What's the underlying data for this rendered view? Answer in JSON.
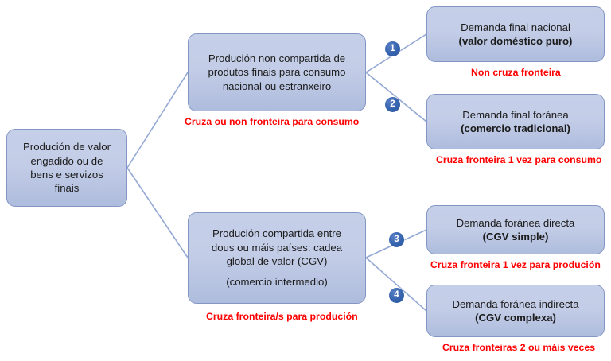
{
  "diagram": {
    "background_color": "#ffffff",
    "node_fill_top": "#c5cfe8",
    "node_fill_bottom": "#aebcdd",
    "node_border_color": "#8396c4",
    "connector_color": "#93a8d4",
    "caption_color": "#fe0000",
    "badge_color": "#3463ad",
    "nodes": {
      "root": {
        "lines": [
          "Produción de valor",
          "engadido ou de",
          "bens e servizos",
          "finais"
        ]
      },
      "non_shared": {
        "lines": [
          "Produción non compartida de",
          "produtos finais para consumo",
          "nacional ou estranxeiro"
        ],
        "caption": "Cruza ou non fronteira para consumo"
      },
      "shared": {
        "lines": [
          "Produción compartida entre",
          "dous ou máis países: cadea",
          "global de valor (CGV)"
        ],
        "line_extra": "(comercio intermedio)",
        "caption": "Cruza fronteira/s para produción"
      },
      "leaf_1": {
        "badge": "1",
        "line_1": "Demanda final nacional",
        "line_2": "(valor doméstico puro)",
        "caption": "Non cruza fronteira"
      },
      "leaf_2": {
        "badge": "2",
        "line_1": "Demanda final foránea",
        "line_2": "(comercio tradicional)",
        "caption": "Cruza fronteira 1 vez para consumo"
      },
      "leaf_3": {
        "badge": "3",
        "line_1": "Demanda foránea directa",
        "line_2": "(CGV simple)",
        "caption": "Cruza fronteira 1 vez para produción"
      },
      "leaf_4": {
        "badge": "4",
        "line_1": "Demanda foránea indirecta",
        "line_2": "(CGV complexa)",
        "caption": "Cruza fronteiras 2 ou máis veces"
      }
    }
  }
}
